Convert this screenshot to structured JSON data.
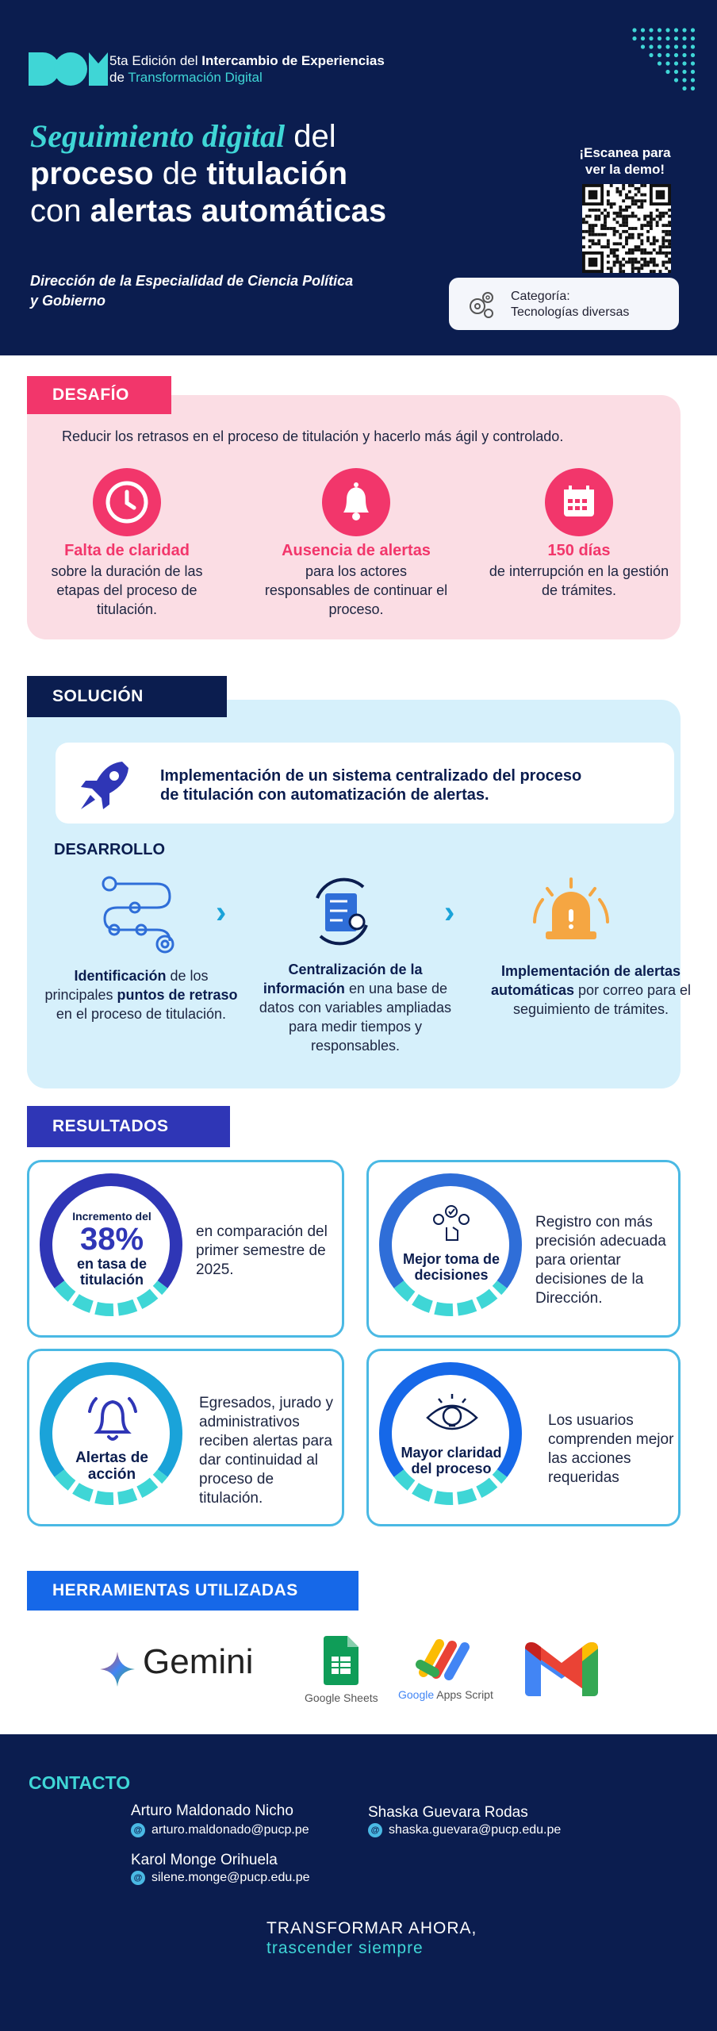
{
  "header": {
    "edition_prefix": "5ta Edición del ",
    "edition_bold": "Intercambio de Experiencias",
    "edition_line2_prefix": "de ",
    "edition_line2_teal": "Transformación Digital",
    "title_italic": "Seguimiento digital",
    "title_1_rest": " del",
    "title_2_bold_a": "proceso",
    "title_2_mid": " de ",
    "title_2_bold_b": "titulación",
    "title_3_pre": "con ",
    "title_3_bold": "alertas automáticas",
    "department": "Dirección de la Especialidad de Ciencia Política y Gobierno",
    "scan_text": "¡Escanea para ver la demo!",
    "category_label": "Categoría:",
    "category_value": "Tecnologías diversas",
    "icons": [
      "logo-mark",
      "dot-grid",
      "qr-code",
      "gears-icon"
    ]
  },
  "desafio": {
    "label": "DESAFÍO",
    "intro": "Reducir los retrasos en el proceso de titulación y hacerlo más ágil y controlado.",
    "items": [
      {
        "icon": "clock-icon",
        "heading": "Falta de claridad",
        "text": "sobre la duración de las etapas del proceso de titulación."
      },
      {
        "icon": "bell-icon",
        "heading": "Ausencia de alertas",
        "text": "para los actores responsables de continuar el proceso."
      },
      {
        "icon": "calendar-icon",
        "heading": "150 días",
        "text": "de  interrupción en la gestión de trámites."
      }
    ]
  },
  "solucion": {
    "label": "SOLUCIÓN",
    "card_text": "Implementación de un sistema centralizado del proceso de titulación con automatización de alertas.",
    "desarrollo_label": "DESARROLLO",
    "steps": [
      {
        "icon": "path-nodes-icon",
        "b1": "Identificación",
        "t1": " de los principales ",
        "b2": "puntos de retraso",
        "t2": " en el proceso de titulación."
      },
      {
        "icon": "checklist-cycle-icon",
        "b1": "Centralización de la información",
        "t1": " en una base de datos con variables ampliadas para medir tiempos y responsables.",
        "b2": "",
        "t2": ""
      },
      {
        "icon": "alarm-light-icon",
        "b1": "Implementación de alertas automáticas",
        "t1": " por correo para el seguimiento de trámites.",
        "b2": "",
        "t2": ""
      }
    ]
  },
  "resultados": {
    "label": "RESULTADOS",
    "cards": [
      {
        "ring_top": "Incremento del",
        "ring_big": "38%",
        "ring_bottom": "en tasa de titulación",
        "desc": "en comparación del primer semestre de 2025."
      },
      {
        "ring_icon": "decision-icon",
        "ring_bottom": "Mejor toma de decisiones",
        "desc": "Registro con  más precisión adecuada para orientar decisiones de la Dirección."
      },
      {
        "ring_icon": "bell-icon",
        "ring_bottom": "Alertas de acción",
        "desc": "Egresados, jurado y administrativos reciben alertas para dar continuidad al proceso de titulación."
      },
      {
        "ring_icon": "eye-bulb-icon",
        "ring_bottom": "Mayor claridad del proceso",
        "desc": "Los usuarios comprenden mejor las acciones requeridas"
      }
    ]
  },
  "herramientas": {
    "label": "HERRAMIENTAS UTILIZADAS",
    "tools": [
      {
        "icon": "gemini-star-icon",
        "name": "Gemini"
      },
      {
        "icon": "google-sheets-icon",
        "name": "Google Sheets"
      },
      {
        "icon": "apps-script-icon",
        "name_g": "Google",
        "name_rest": " Apps Script"
      },
      {
        "icon": "gmail-icon",
        "name": ""
      }
    ]
  },
  "contacto": {
    "label": "CONTACTO",
    "people": [
      {
        "name": "Arturo Maldonado Nicho",
        "email": "arturo.maldonado@pucp.pe"
      },
      {
        "name": "Shaska Guevara Rodas",
        "email": "shaska.guevara@pucp.edu.pe"
      },
      {
        "name": "Karol Monge Orihuela",
        "email": "silene.monge@pucp.edu.pe"
      }
    ],
    "slogan_1": "TRANSFORMAR AHORA,",
    "slogan_2": "trascender siempre"
  }
}
